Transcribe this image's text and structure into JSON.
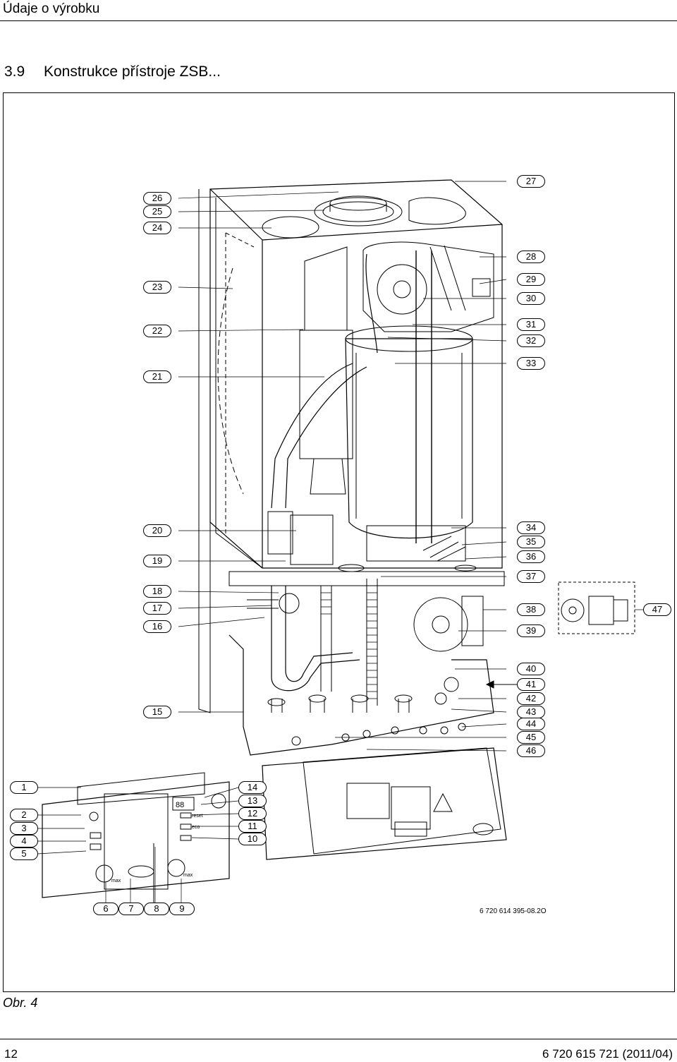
{
  "header": {
    "title": "Údaje o výrobku"
  },
  "section": {
    "number": "3.9",
    "title": "Konstrukce přístroje ZSB..."
  },
  "figure": {
    "caption": "Obr. 4",
    "code": "6 720 614 395-08.2O",
    "callouts": {
      "c1": "1",
      "c2": "2",
      "c3": "3",
      "c4": "4",
      "c5": "5",
      "c6": "6",
      "c7": "7",
      "c8": "8",
      "c9": "9",
      "c10": "10",
      "c11": "11",
      "c12": "12",
      "c13": "13",
      "c14": "14",
      "c15": "15",
      "c16": "16",
      "c17": "17",
      "c18": "18",
      "c19": "19",
      "c20": "20",
      "c21": "21",
      "c22": "22",
      "c23": "23",
      "c24": "24",
      "c25": "25",
      "c26": "26",
      "c27": "27",
      "c28": "28",
      "c29": "29",
      "c30": "30",
      "c31": "31",
      "c32": "32",
      "c33": "33",
      "c34": "34",
      "c35": "35",
      "c36": "36",
      "c37": "37",
      "c38": "38",
      "c39": "39",
      "c40": "40",
      "c41": "41",
      "c42": "42",
      "c43": "43",
      "c44": "44",
      "c45": "45",
      "c46": "46",
      "c47": "47"
    },
    "panel_labels": {
      "reset": "reset",
      "eco": "eco",
      "display": "88",
      "max1": "max",
      "max2": "max"
    }
  },
  "footer": {
    "page_number": "12",
    "doc_id": "6 720 615 721 (2011/04)"
  }
}
